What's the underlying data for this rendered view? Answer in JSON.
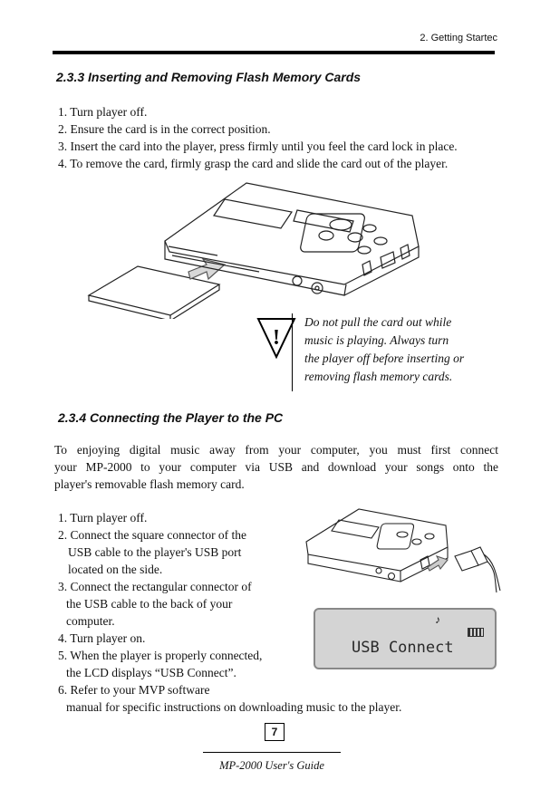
{
  "header": {
    "chapter": "2. Getting Startec"
  },
  "section1": {
    "title": "2.3.3 Inserting and Removing Flash Memory Cards",
    "steps": [
      "1. Turn player off.",
      "2. Ensure the card is in the correct position.",
      "3. Insert the card into the player, press firmly until you feel the card lock in place.",
      "4. To remove the card, firmly grasp the card and slide the card out of the player."
    ],
    "warning_icon": "exclamation-triangle-icon",
    "warning_symbol": "!",
    "warning_lines": [
      "Do not pull the card out while",
      "music is playing. Always turn",
      "the player off before inserting or",
      "removing flash memory cards."
    ]
  },
  "section2": {
    "title": "2.3.4 Connecting the Player to the PC",
    "intro_lines": [
      "To enjoying digital music away from your computer, you must first connect",
      "your MP-2000 to your computer via USB and download your songs onto the",
      "player's removable flash memory card."
    ],
    "steps": [
      "1. Turn player off.",
      "2. Connect the square connector of the",
      "USB cable to the player's USB port",
      "located on the side.",
      "3. Connect the rectangular connector of",
      "the USB cable to the back of your",
      "computer.",
      "4. Turn player on.",
      "5. When the player is properly connected,",
      "the LCD displays “USB Connect”.",
      "6. Refer to your MVP software",
      "manual for specific instructions on downloading music to the player."
    ],
    "lcd_text": "USB Connect",
    "lcd_icons": [
      "music-note-icon",
      "battery-icon"
    ]
  },
  "footer": {
    "page_number": "7",
    "guide_title": "MP-2000 User's Guide"
  }
}
